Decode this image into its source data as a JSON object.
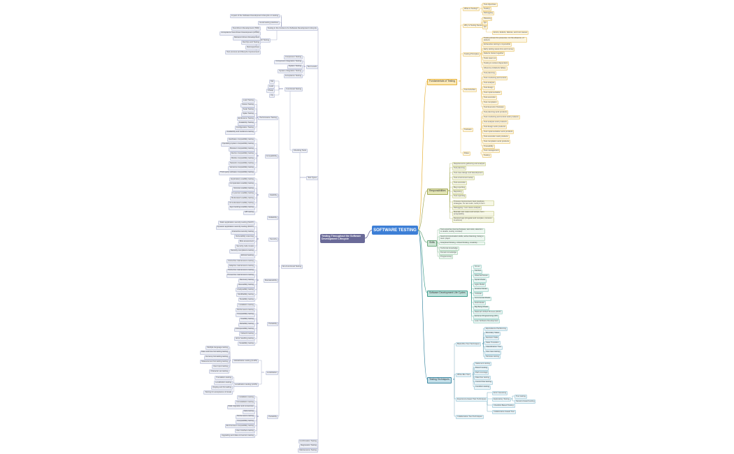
{
  "root": "SOFTWARE TESTING",
  "colors": {
    "root": "#3d7fd6",
    "left": "#6a6a98",
    "fundamentals": "#e7b23a",
    "responsibilities": "#a3a957",
    "skills": "#6fa97f",
    "sdlc": "#3f9c8c",
    "techniques": "#3f8aa3"
  },
  "left": {
    "title": "Testing Throughout the Software Development Lifecycle",
    "top_block": {
      "life_cycle": "Testing in the Context of a Software Development Lifecycle",
      "life_cycle_items": [
        "Impact of the Software Development Lifecycle on testing",
        "Good testing practices"
      ],
      "shift_left": "Shift-Left Testing",
      "shift_left_items": [
        "Test-Driven Development (TDD)",
        "Acceptance Test-Driven Development (ATDD)",
        "Behavior-Driven Development",
        "DevOps and Testing",
        "Retrospectives",
        "Test process and lifecycle improvement"
      ]
    },
    "test_levels": {
      "label": "Test Levels",
      "items": [
        "Component Testing",
        "Component Integration Testing",
        "System Testing",
        "System Integration Testing",
        "Acceptance Testing"
      ]
    },
    "test_types": "Test Types",
    "functional": {
      "label": "Functional Testing",
      "items": [
        "Tail",
        "Lead",
        "Cheap",
        "Fly",
        "Expensive"
      ]
    },
    "nonfunctional": "Non-Functional Testing",
    "sub_groups": {
      "performance": {
        "label": "Performance Testing",
        "items": [
          "Load Testing",
          "Stress Testing",
          "Soak Testing",
          "Spike Testing",
          "Endurance Testing",
          "Scalability Testing",
          "Configuration Testing",
          "Availability and resilience testing"
        ]
      },
      "compatibility": {
        "label": "Compatibility",
        "items": [
          "Hardware compatibility testing",
          "Operating system compatibility testing",
          "Browser compatibility testing",
          "Device compatibility testing",
          "Mobile compatibility testing",
          "Network compatibility testing",
          "Versions compatibility testing",
          "Third-party software compatibility testing"
        ]
      },
      "usability": {
        "label": "Usability",
        "items": [
          "Exploratory usability testing",
          "Comparative usability testing",
          "Remote usability testing",
          "In-person usability testing",
          "Moderated usability testing",
          "Unmoderated usability testing",
          "Eye tracking usability testing",
          "A/B testing"
        ]
      },
      "reliability": {
        "label": "Reliability",
        "items": []
      },
      "security": {
        "label": "Security",
        "items": [
          "Static application security testing (SAST)",
          "Dynamic application security testing (DAST)",
          "Interactive security testing",
          "Vulnerability scanning",
          "Risk assessment",
          "Security code review",
          "Security compliance testing",
          "Ethical hacking"
        ]
      },
      "maintainability": {
        "label": "Maintainability",
        "items": [
          "Corrective maintenance testing",
          "Adaptive maintenance testing",
          "Perfective maintenance testing",
          "Preventive maintenance testing",
          "Recovery testing",
          "Reusability testing",
          "Analysability testing",
          "Modifiability testing",
          "Testability testing"
        ]
      },
      "portability": {
        "label": "Portability",
        "items": [
          "Installation testing",
          "Performance testing",
          "Compatibility testing",
          "Usability testing",
          "Reliability testing",
          "Interoperability testing",
          "Network testing",
          "Error handling testing",
          "Scalability testing"
        ]
      },
      "localization": {
        "label": "Localization",
        "items": [
          "Globalization testing (G11N)",
          "Internationalization testing (I18N)",
          "Localization testing (L10N)"
        ]
      },
      "g11n_items": [
        "Multiple language testing",
        "Date and time formatting testing",
        "Currency formatting testing",
        "Measurement formatting testing",
        "User input testing",
        "Character set testing"
      ],
      "l10n_items": [
        "Translation testing",
        "Localization testing",
        "Display and formatting",
        "Testing for acceptance of locale"
      ],
      "portability2": {
        "label": "Portability",
        "items": [
          "Installation testing",
          "Uninstallation testing",
          "Data migration and conversion",
          "Data testing",
          "Performance testing",
          "Compatibility testing",
          "Environment compatibility testing",
          "User interface testing",
          "Upgrading and data conversion testing"
        ]
      }
    },
    "bottom": [
      "Confirmation Testing",
      "Regression Testing",
      "Maintenance Testing"
    ]
  },
  "fundamentals": {
    "label": "Fundamentals of Testing",
    "what_is": {
      "label": "What is Testing?",
      "items": [
        "Test objectives",
        "Testing",
        "Debugging"
      ]
    },
    "why": {
      "label": "Why is Testing Necessary?",
      "items": [
        "Planning",
        "QA",
        "QC"
      ],
      "extra": "Errors, defects, failures, and root causes"
    },
    "principles": {
      "label": "Testing Principles",
      "items": [
        "Testing shows the presence, not the absence, of defects",
        "Exhaustive testing is impossible",
        "Early testing saves time and money",
        "Defects cluster together",
        "Tests wear out",
        "Testing is context dependent",
        "Absence-of-defects fallacy"
      ]
    },
    "activities": {
      "label": "Test Activities",
      "items": [
        "Test planning",
        "Test monitoring and control",
        "Test analysis",
        "Test design",
        "Test implementation",
        "Test execution",
        "Test completion",
        "Test Execution Testware"
      ]
    },
    "testware": {
      "label": "Testware",
      "items": [
        "Test planning work products",
        "Test monitoring and control work products",
        "Test analysis work products",
        "Test design work products",
        "Test implementation work products",
        "Test execution work products",
        "Test completion work products",
        "Traceability"
      ]
    },
    "roles": {
      "label": "Roles",
      "items": [
        "Test management",
        "Testing"
      ]
    }
  },
  "responsibilities": {
    "label": "Responsibilities",
    "items": [
      "Requirements gathering and analysis",
      "Test planning",
      "Test case design and development",
      "Test environment setup",
      "Test execution",
      "Bug reporting",
      "Reporting",
      "Test reporting",
      "Process improvement (test practices, strategies, for test suite, tools) & form",
      "Debugging / root cause analysis",
      "Maintain test cases and scripts, form acceptability",
      "Review bugs (irregular and complex, common & actions)"
    ]
  },
  "skills": {
    "label": "Skills",
    "items": [
      "Test expertise (test techniques, test tools, attention to details, testing mindset)",
      "Good communication skills, active listening, being a team player",
      "Analytical thinking, critical thinking, creativity",
      "Technical knowledge",
      "Domain knowledge",
      "Programming"
    ]
  },
  "sdlc": {
    "label": "Software Development Life Cycles",
    "items": [
      "Scrum",
      "Kanban",
      "Waterfall Model",
      "Spiral Model",
      "Agile Model",
      "Iterative Model",
      "V-Model",
      "Incremental Model",
      "RAD Model",
      "Big Bang Model",
      "Rational Unified Process (RUP)",
      "Extreme Programming (XP)",
      "Lean Software Development"
    ]
  },
  "techniques": {
    "label": "Testing Techniques",
    "blackbox": {
      "label": "Black-Box Test Techniques",
      "items": [
        "Equivalence Partitioning",
        "Boundary Value",
        "Decision Table",
        "State Transition",
        "Classification Tree",
        "Use case testing",
        "Pairwise testing"
      ]
    },
    "whitebox": {
      "label": "White-Box Test",
      "items": [
        "Statement testing",
        "Branch testing",
        "Path coverage",
        "Data flow testing",
        "Control flow testing",
        "Condition testing"
      ]
    },
    "experience": {
      "label": "Experience-based Test Techniques",
      "items": [
        "Error Guessing",
        "Exploratory Testing",
        "Checklist-Based Testing",
        "Collaboration-based Test"
      ],
      "sub": [
        "Tour testing",
        "Session-based testing"
      ]
    },
    "collab": "Collaboration Test Techniques"
  }
}
